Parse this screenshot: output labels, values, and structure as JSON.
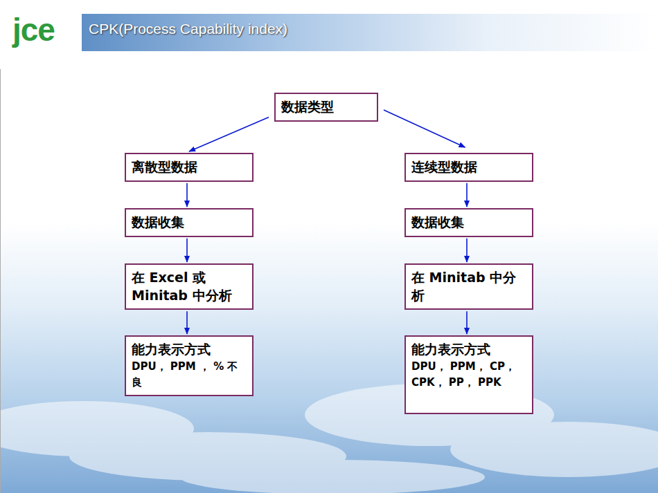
{
  "diagram": {
    "title": "CPK(Process Capability index)",
    "nodes": [
      {
        "text": [
          "数据类型"
        ]
      },
      {
        "text": [
          "离散型数据"
        ]
      },
      {
        "text": [
          "连续型数据"
        ]
      },
      {
        "text": [
          "数据收集"
        ]
      },
      {
        "text": [
          "数据收集"
        ]
      },
      {
        "text": [
          "在 Excel 或 Minitab 中分析"
        ]
      },
      {
        "text": [
          "在 Minitab 中分析"
        ]
      },
      {
        "text": [
          "能力表示方式",
          "DPU， PPM ， % 不良"
        ]
      },
      {
        "text": [
          "能力表示方式",
          "DPU， PPM， CP， CPK， PP， PPK"
        ]
      }
    ],
    "edges": [
      {
        "from": 0,
        "to": 1,
        "arrow": "to"
      },
      {
        "from": 0,
        "to": 2,
        "arrow": "to"
      },
      {
        "from": 1,
        "to": 3,
        "arrow": "to"
      },
      {
        "from": 3,
        "to": 5,
        "arrow": "to"
      },
      {
        "from": 5,
        "to": 7,
        "arrow": "to"
      },
      {
        "from": 2,
        "to": 4,
        "arrow": "to"
      },
      {
        "from": 4,
        "to": 6,
        "arrow": "to"
      },
      {
        "from": 6,
        "to": 8,
        "arrow": "to"
      }
    ],
    "labels": [
      "jce"
    ]
  }
}
